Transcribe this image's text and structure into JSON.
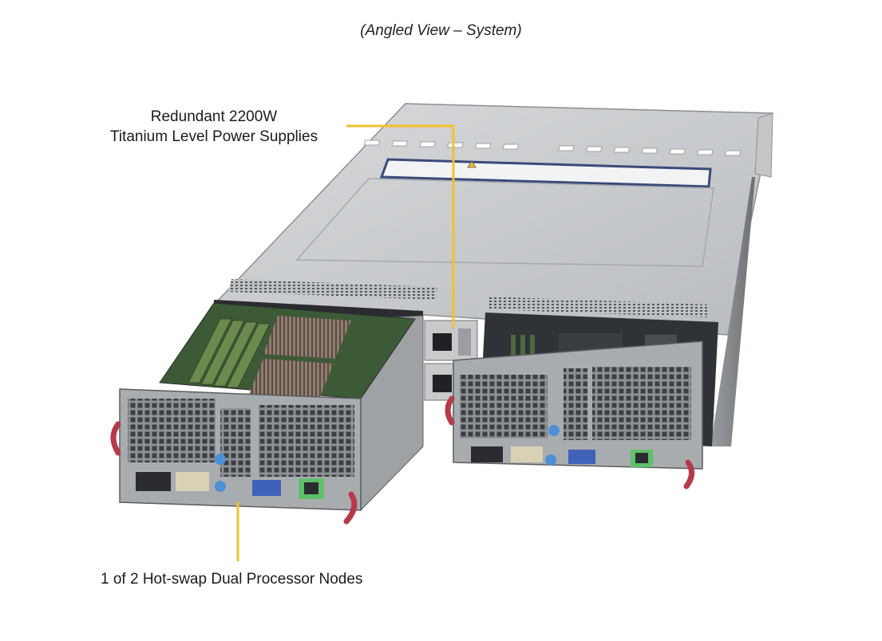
{
  "caption": "(Angled View – System)",
  "callouts": {
    "power_supplies": {
      "line1": "Redundant 2200W",
      "line2": "Titanium Level Power Supplies"
    },
    "node": {
      "text": "1 of 2 Hot-swap Dual Processor Nodes"
    }
  },
  "colors": {
    "leader_line": "#f2c12e",
    "chassis_top": "#c9cbcd",
    "chassis_dark": "#5f6266",
    "handle": "#b53a4a",
    "thumbscrew": "#4f8fd6",
    "rj45": "#5fc06a",
    "vga": "#3f61b8"
  }
}
